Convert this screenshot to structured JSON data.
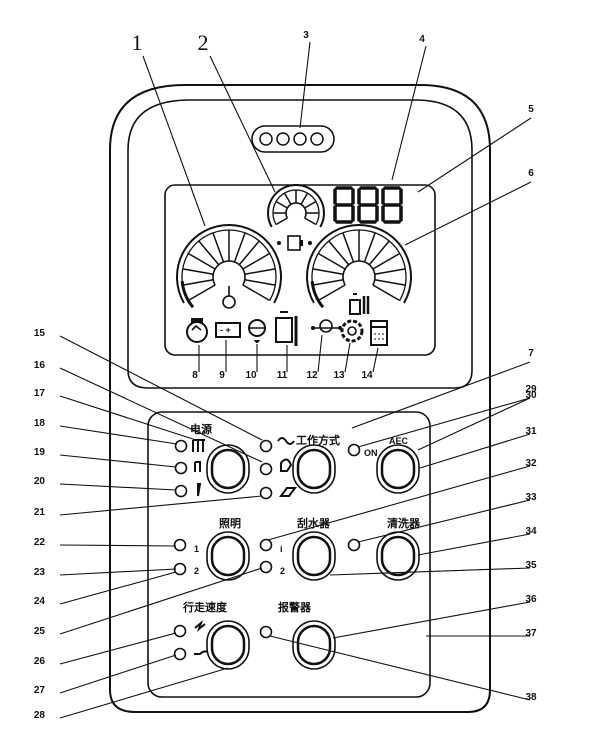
{
  "callouts": {
    "c1": "1",
    "c2": "2",
    "c3": "3",
    "c4": "4",
    "c5": "5",
    "c6": "6",
    "c7": "7",
    "c8": "8",
    "c9": "9",
    "c10": "10",
    "c11": "11",
    "c12": "12",
    "c13": "13",
    "c14": "14",
    "c15": "15",
    "c16": "16",
    "c17": "17",
    "c18": "18",
    "c19": "19",
    "c20": "20",
    "c21": "21",
    "c22": "22",
    "c23": "23",
    "c24": "24",
    "c25": "25",
    "c26": "26",
    "c27": "27",
    "c28": "28",
    "c29": "29",
    "c30": "30",
    "c31": "31",
    "c32": "32",
    "c33": "33",
    "c34": "34",
    "c35": "35",
    "c36": "36",
    "c37": "37",
    "c38": "38"
  },
  "labels": {
    "power": "电源",
    "work_mode": "工作方式",
    "aec": "AEC",
    "on": "ON",
    "lighting": "照明",
    "wiper": "刮水器",
    "washer": "清洗器",
    "travel_speed": "行走速度",
    "alarm": "报警器",
    "light_1": "1",
    "light_2": "2",
    "wiper_1": "i",
    "wiper_2": "2"
  },
  "icons": {
    "indicator_lamps": "indicator-lamp",
    "round_buttons": "push-button",
    "gauges": "fan-gauge"
  }
}
